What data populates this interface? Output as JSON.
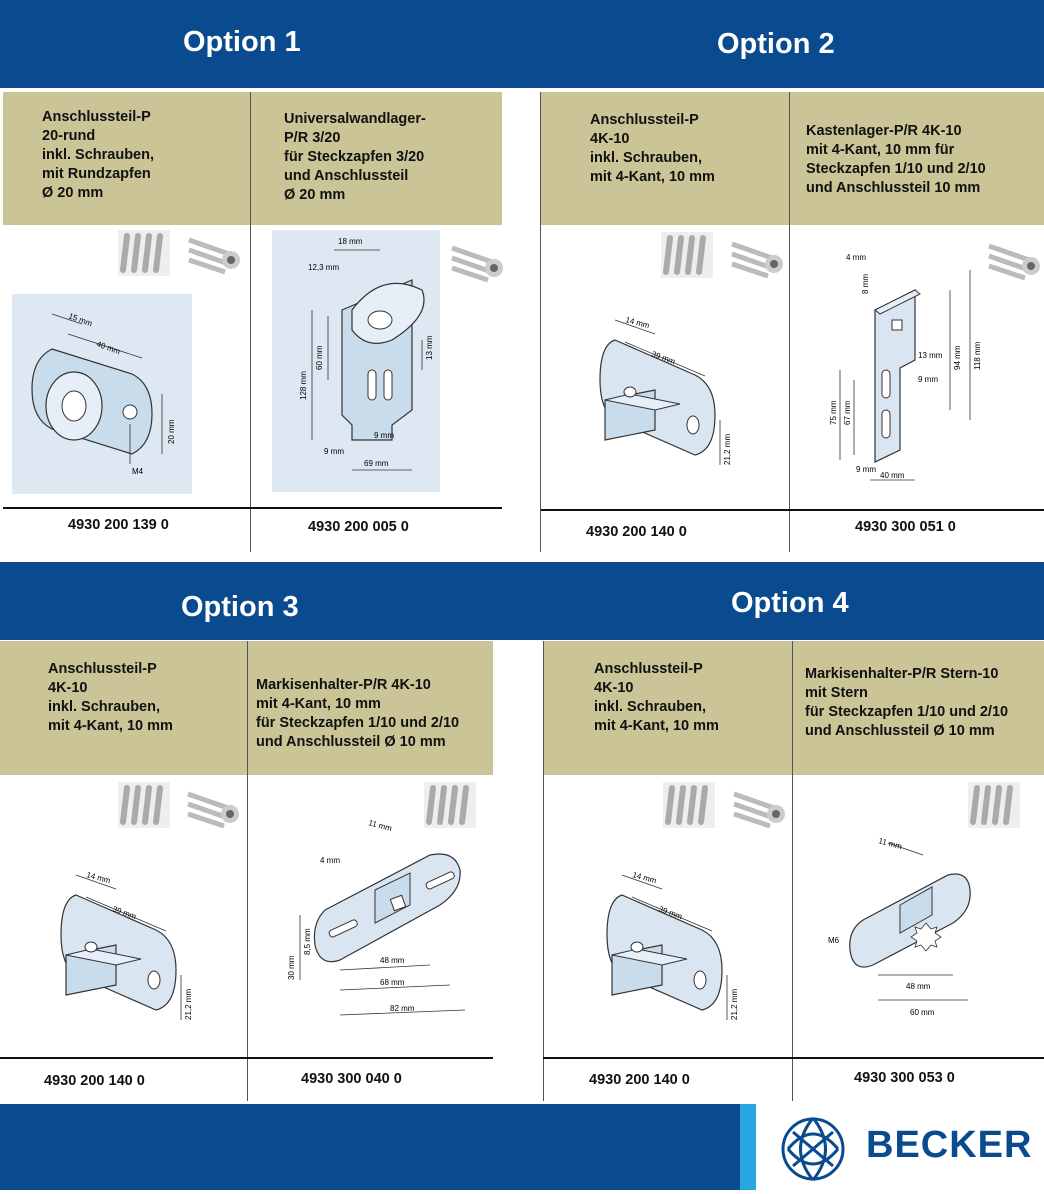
{
  "colors": {
    "band": "#0a4a8f",
    "description": "#cbc496",
    "drawing": "#d9e6f1",
    "accent": "#2aa6e0"
  },
  "options": [
    {
      "title": "Option 1",
      "items": [
        {
          "description": "Anschlussteil-P\n20-rund\ninkl. Schrauben,\nmit Rundzapfen\nØ 20 mm",
          "part_number": "4930 200 139 0",
          "dims": [
            "15 mm",
            "40 mm",
            "20 mm",
            "M4"
          ],
          "icons": [
            "tube-grooved-icon",
            "tube-round-icon"
          ]
        },
        {
          "description": "Universalwandlager-\nP/R 3/20\nfür Steckzapfen 3/20\nund Anschlussteil\nØ 20 mm",
          "part_number": "4930 200 005 0",
          "dims": [
            "18 mm",
            "12,3 mm",
            "60 mm",
            "128 mm",
            "13 mm",
            "9 mm",
            "9 mm",
            "69 mm"
          ],
          "icons": [
            "tube-round-icon"
          ]
        }
      ]
    },
    {
      "title": "Option 2",
      "items": [
        {
          "description": "Anschlussteil-P\n4K-10\ninkl. Schrauben,\nmit 4-Kant, 10 mm",
          "part_number": "4930 200 140 0",
          "dims": [
            "14 mm",
            "39 mm",
            "21,2 mm"
          ],
          "icons": [
            "tube-grooved-icon",
            "tube-round-icon"
          ]
        },
        {
          "description": "Kastenlager-P/R 4K-10\nmit 4-Kant, 10 mm für\nSteckzapfen 1/10 und 2/10\nund Anschlussteil 10 mm",
          "part_number": "4930 300 051 0",
          "dims": [
            "4 mm",
            "8 mm",
            "13 mm",
            "9 mm",
            "75 mm",
            "67 mm",
            "94 mm",
            "118 mm",
            "9 mm",
            "40 mm"
          ],
          "icons": [
            "tube-round-icon"
          ]
        }
      ]
    },
    {
      "title": "Option 3",
      "items": [
        {
          "description": "Anschlussteil-P\n4K-10\ninkl. Schrauben,\nmit 4-Kant, 10 mm",
          "part_number": "4930 200 140 0",
          "dims": [
            "14 mm",
            "39 mm",
            "21,2 mm"
          ],
          "icons": [
            "tube-grooved-icon",
            "tube-round-icon"
          ]
        },
        {
          "description": "Markisenhalter-P/R 4K-10\nmit 4-Kant, 10 mm\nfür Steckzapfen 1/10 und 2/10\nund Anschlussteil Ø 10 mm",
          "part_number": "4930 300 040 0",
          "dims": [
            "11 mm",
            "4 mm",
            "8,5 mm",
            "30 mm",
            "48 mm",
            "68 mm",
            "82 mm"
          ],
          "icons": [
            "tube-grooved-icon"
          ]
        }
      ]
    },
    {
      "title": "Option 4",
      "items": [
        {
          "description": "Anschlussteil-P\n4K-10\ninkl. Schrauben,\nmit 4-Kant, 10 mm",
          "part_number": "4930 200 140 0",
          "dims": [
            "14 mm",
            "39 mm",
            "21,2 mm"
          ],
          "icons": [
            "tube-grooved-icon",
            "tube-round-icon"
          ]
        },
        {
          "description": "Markisenhalter-P/R Stern-10\nmit Stern\nfür Steckzapfen 1/10 und 2/10\nund Anschlussteil Ø 10 mm",
          "part_number": "4930 300 053 0",
          "dims": [
            "11 mm",
            "M6",
            "48 mm",
            "60 mm"
          ],
          "icons": [
            "tube-grooved-icon"
          ]
        }
      ]
    }
  ],
  "brand": {
    "name": "BECKER",
    "logo": "becker-logo-icon"
  }
}
